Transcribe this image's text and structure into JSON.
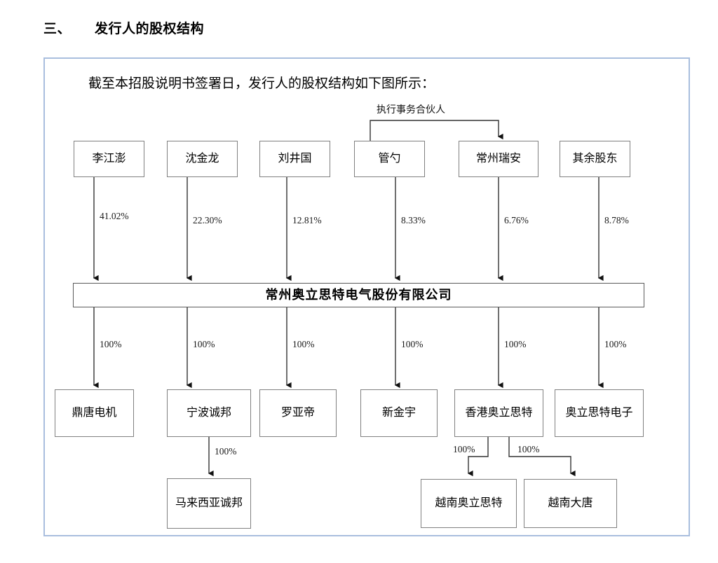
{
  "heading": {
    "number": "三、",
    "title": "发行人的股权结构"
  },
  "figure": {
    "caption": "截至本招股说明书签署日，发行人的股权结构如下图所示：",
    "frame_color": "#a9bede",
    "box_border_color": "#808080",
    "line_color": "#333333"
  },
  "diagram": {
    "type": "org-chart",
    "relation_label": "执行事务合伙人",
    "shareholders": [
      {
        "name": "李江澎",
        "percent": "41.02%"
      },
      {
        "name": "沈金龙",
        "percent": "22.30%"
      },
      {
        "name": "刘井国",
        "percent": "12.81%"
      },
      {
        "name": "管勺",
        "percent": "8.33%"
      },
      {
        "name": "常州瑞安",
        "percent": "6.76%"
      },
      {
        "name": "其余股东",
        "percent": "8.78%"
      }
    ],
    "company": "常州奥立思特电气股份有限公司",
    "subsidiaries": [
      {
        "name": "鼎唐电机",
        "percent": "100%"
      },
      {
        "name": "宁波诚邦",
        "percent": "100%"
      },
      {
        "name": "罗亚帝",
        "percent": "100%"
      },
      {
        "name": "新金宇",
        "percent": "100%"
      },
      {
        "name": "香港奥立思特",
        "percent": "100%"
      },
      {
        "name": "奥立思特电子",
        "percent": "100%"
      }
    ],
    "grandchildren": [
      {
        "name": "马来西亚诚邦",
        "percent": "100%",
        "parent": "宁波诚邦"
      },
      {
        "name": "越南奥立思特",
        "percent": "100%",
        "parent": "香港奥立思特"
      },
      {
        "name": "越南大唐",
        "percent": "100%",
        "parent": "香港奥立思特"
      }
    ]
  }
}
